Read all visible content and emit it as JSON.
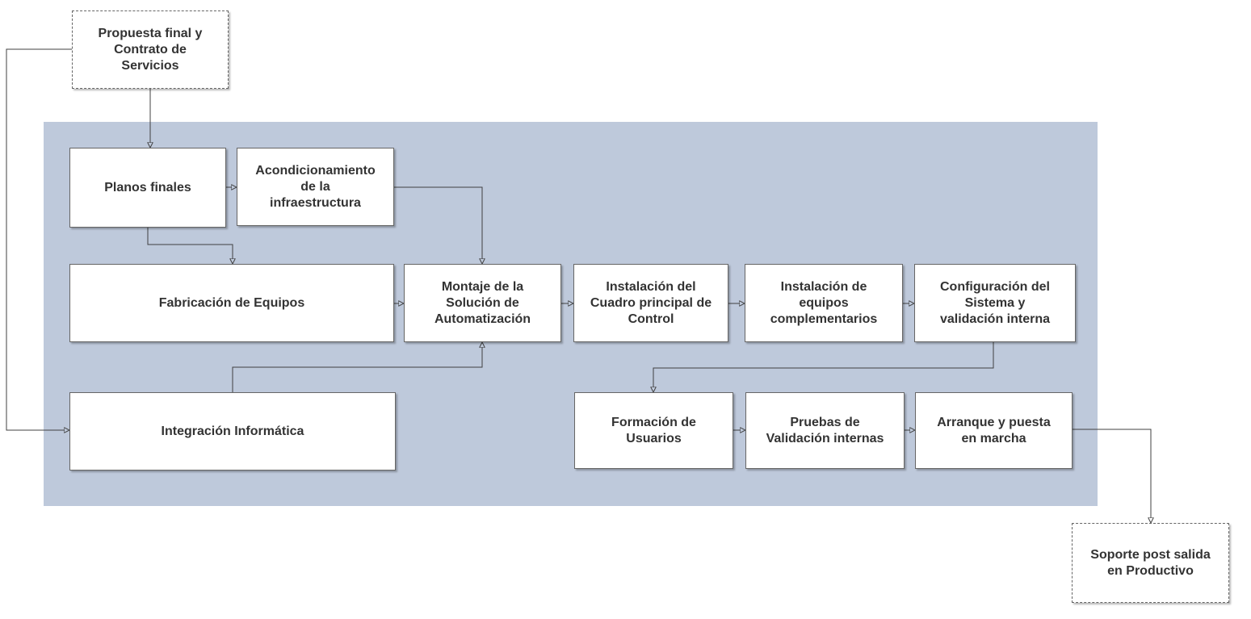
{
  "diagram": {
    "type": "flowchart",
    "colors": {
      "container_fill": "#bec9db",
      "node_fill": "#ffffff",
      "node_border": "#666666",
      "connector": "#404040",
      "text": "#333333"
    },
    "nodes": {
      "propuesta": {
        "label": [
          "Propuesta final y",
          "Contrato de",
          "Servicios"
        ],
        "style": "dashed-external"
      },
      "planos": {
        "label": [
          "Planos finales"
        ],
        "style": "process"
      },
      "acondicionamiento": {
        "label": [
          "Acondicionamiento",
          "de la",
          "infraestructura"
        ],
        "style": "process"
      },
      "fabricacion": {
        "label": [
          "Fabricación de Equipos"
        ],
        "style": "process"
      },
      "montaje": {
        "label": [
          "Montaje de la",
          "Solución de",
          "Automatización"
        ],
        "style": "process"
      },
      "cuadro": {
        "label": [
          "Instalación del",
          "Cuadro principal de",
          "Control"
        ],
        "style": "process"
      },
      "equipos": {
        "label": [
          "Instalación de",
          "equipos",
          "complementarios"
        ],
        "style": "process"
      },
      "configuracion": {
        "label": [
          "Configuración del",
          "Sistema y",
          "validación interna"
        ],
        "style": "process"
      },
      "integracion": {
        "label": [
          "Integración Informática"
        ],
        "style": "process"
      },
      "formacion": {
        "label": [
          "Formación de",
          "Usuarios"
        ],
        "style": "process"
      },
      "pruebas": {
        "label": [
          "Pruebas de",
          "Validación internas"
        ],
        "style": "process"
      },
      "arranque": {
        "label": [
          "Arranque y puesta",
          "en marcha"
        ],
        "style": "process"
      },
      "soporte": {
        "label": [
          "Soporte post salida",
          "en Productivo"
        ],
        "style": "dashed-external"
      }
    },
    "edges": [
      {
        "from": "propuesta",
        "to": "planos"
      },
      {
        "from": "propuesta",
        "to": "integracion"
      },
      {
        "from": "planos",
        "to": "acondicionamiento"
      },
      {
        "from": "planos",
        "to": "fabricacion"
      },
      {
        "from": "acondicionamiento",
        "to": "montaje"
      },
      {
        "from": "fabricacion",
        "to": "montaje"
      },
      {
        "from": "integracion",
        "to": "montaje"
      },
      {
        "from": "montaje",
        "to": "cuadro"
      },
      {
        "from": "cuadro",
        "to": "equipos"
      },
      {
        "from": "equipos",
        "to": "configuracion"
      },
      {
        "from": "configuracion",
        "to": "formacion"
      },
      {
        "from": "formacion",
        "to": "pruebas"
      },
      {
        "from": "pruebas",
        "to": "arranque"
      },
      {
        "from": "arranque",
        "to": "soporte"
      }
    ]
  }
}
